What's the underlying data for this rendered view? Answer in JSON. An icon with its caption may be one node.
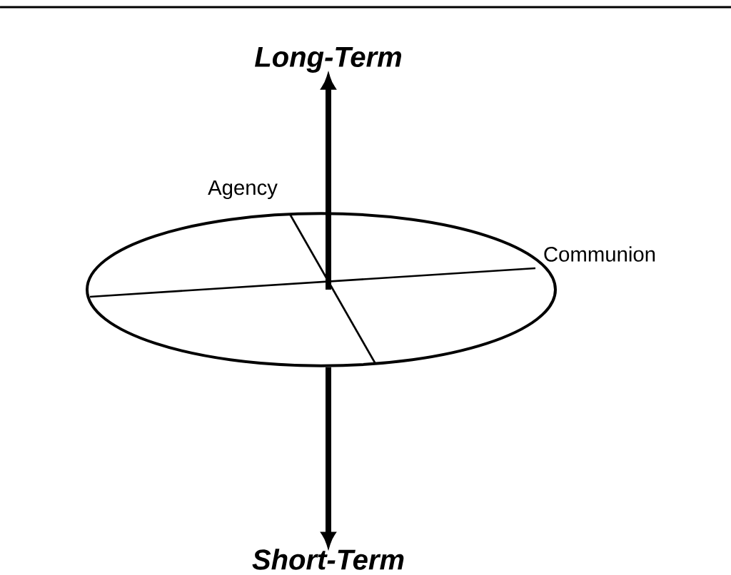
{
  "diagram": {
    "nodes": [
      {
        "text": [],
        "shape": "ellipse"
      },
      {
        "text": [
          "Long-Term"
        ]
      },
      {
        "text": [
          "Short-Term"
        ]
      }
    ],
    "edges": [
      {
        "from": 0,
        "to": 1,
        "arrow": "to"
      },
      {
        "from": 0,
        "to": 2,
        "arrow": "to"
      }
    ],
    "labels": [
      "Agency",
      "Communion"
    ]
  }
}
